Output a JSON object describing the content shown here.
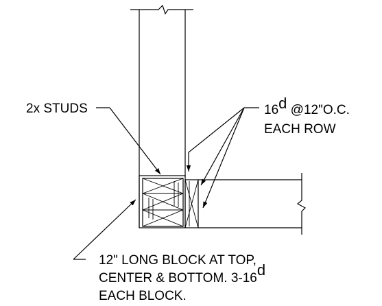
{
  "labels": {
    "studs": "2x STUDS",
    "nail_spec_main": "16",
    "nail_spec_sup": "d",
    "nail_spec_rest": " @12\"O.C.",
    "nail_spec_line2": "EACH ROW",
    "block_line1": "12\" LONG BLOCK AT TOP,",
    "block_line2_main": "CENTER & BOTTOM. 3-16",
    "block_line2_sup": "d",
    "block_line3": "EACH BLOCK."
  }
}
